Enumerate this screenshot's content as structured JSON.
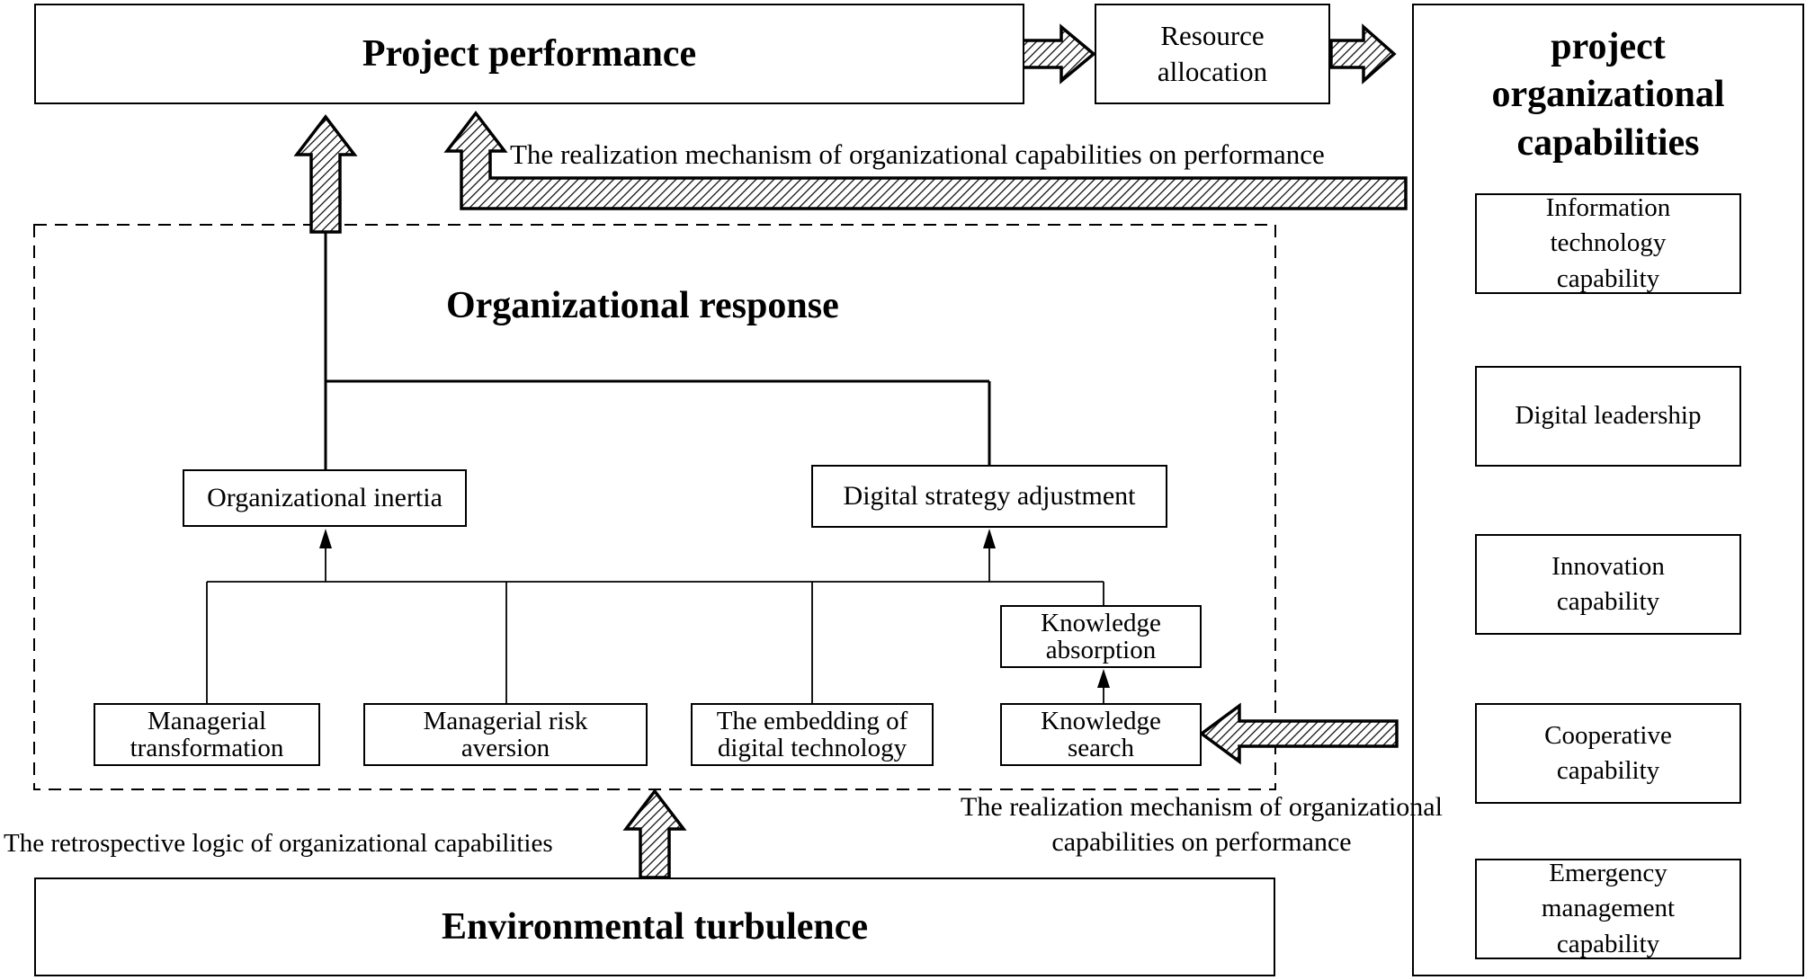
{
  "diagram": {
    "project_performance": "Project performance",
    "resource_allocation": "Resource allocation",
    "right_panel_title": "project organizational capabilities",
    "capabilities": [
      "Information technology capability",
      "Digital leadership",
      "Innovation capability",
      "Cooperative capability",
      "Emergency management capability"
    ],
    "mechanism_label_top": "The realization mechanism of organizational capabilities on performance",
    "organizational_response": "Organizational response",
    "organizational_inertia": "Organizational inertia",
    "digital_strategy_adjustment": "Digital strategy adjustment",
    "knowledge_absorption": "Knowledge absorption",
    "bottom_factors": [
      "Managerial transformation",
      "Managerial risk aversion",
      "The embedding of digital technology",
      "Knowledge search"
    ],
    "mechanism_label_bottom": "The realization mechanism of organizational capabilities on performance",
    "retrospective_label": "The retrospective logic of organizational capabilities",
    "environmental_turbulence": "Environmental turbulence"
  }
}
